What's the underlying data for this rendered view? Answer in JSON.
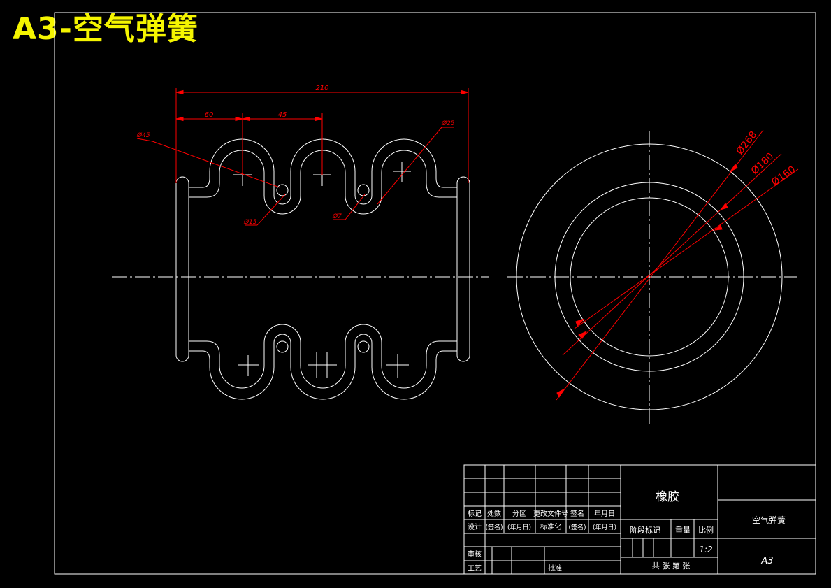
{
  "heading": "A3-空气弹簧",
  "dims": {
    "overall": "210",
    "pitch_first": "60",
    "pitch": "45",
    "d_outer_left": "Ø45",
    "d_right": "Ø25",
    "d_inner_a": "Ø15",
    "d_inner_b": "Ø7",
    "d_268": "Ø268",
    "d_180": "Ø180",
    "d_160": "Ø160"
  },
  "title_block": {
    "material": "橡胶",
    "part_name": "空气弹簧",
    "scale": "1:2",
    "sheet_size": "A3",
    "sheets": "共 张 第 张",
    "headers": [
      "标记",
      "处数",
      "分区",
      "更改文件号",
      "签名",
      "年月日"
    ],
    "design_row": [
      "设计",
      "(签名)",
      "(年月日)",
      "标准化",
      "(签名)",
      "(年月日)"
    ],
    "stage_mark": "阶段标记",
    "weight": "重量",
    "ratio": "比例",
    "review": "审核",
    "process": "工艺",
    "approve": "批准"
  },
  "colors": {
    "outline": "#ffffff",
    "dimension": "#ff0000",
    "heading": "#f5f500",
    "background": "#000000"
  }
}
